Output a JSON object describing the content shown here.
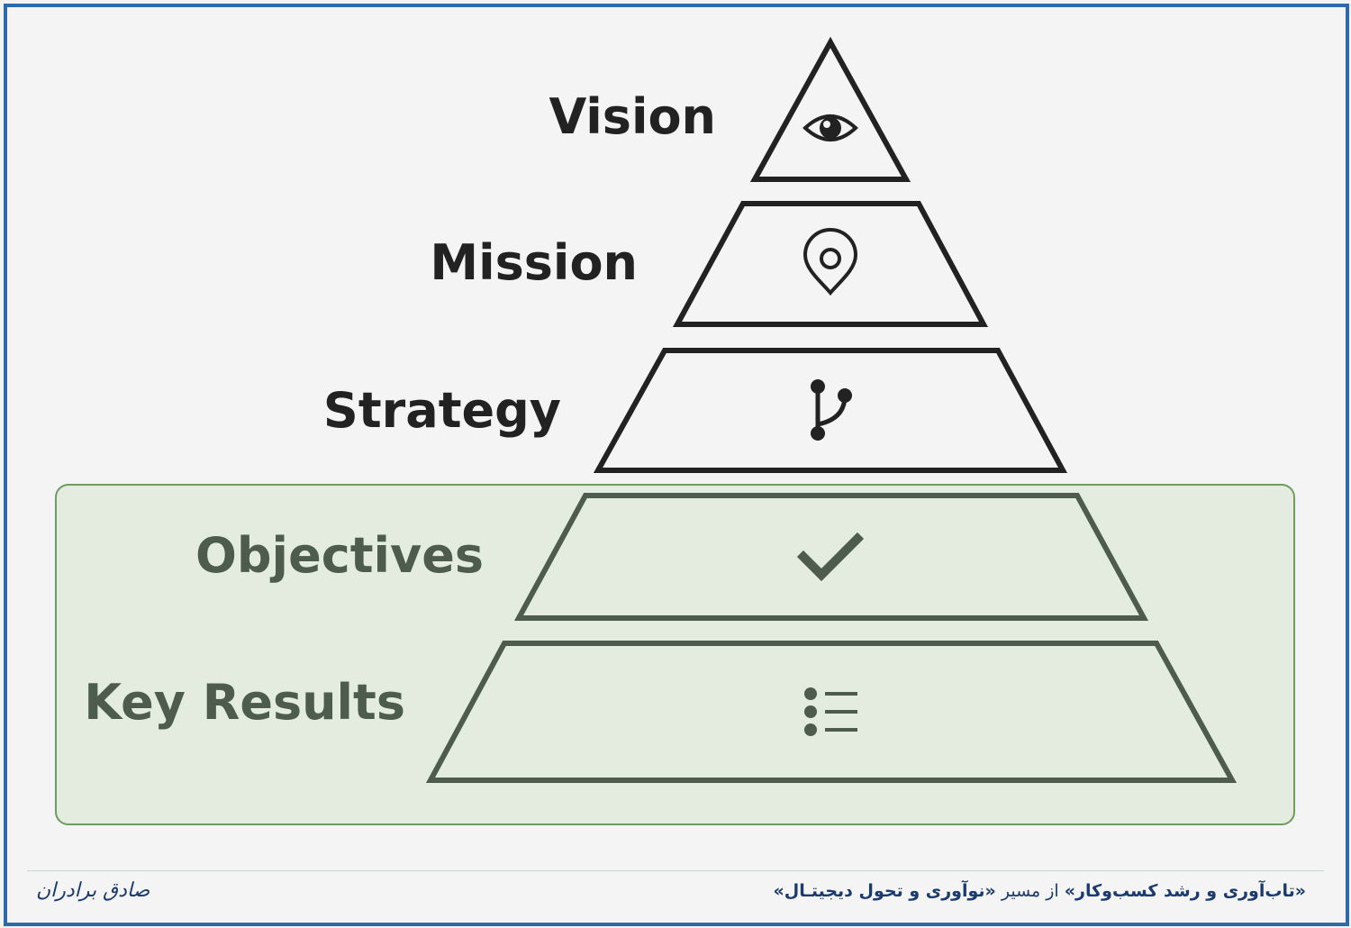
{
  "diagram": {
    "levels": [
      {
        "label": "Vision",
        "icon": "eye-icon"
      },
      {
        "label": "Mission",
        "icon": "location-pin-icon"
      },
      {
        "label": "Strategy",
        "icon": "branch-icon"
      },
      {
        "label": "Objectives",
        "icon": "checkmark-icon"
      },
      {
        "label": "Key Results",
        "icon": "list-icon"
      }
    ],
    "highlight_group": [
      "Objectives",
      "Key Results"
    ]
  },
  "footer": {
    "title_bold": "«تاب‌آوری و رشد کسب‌وکار»",
    "title_regular": " از مسیر ",
    "title_bold_2": "«نوآوری و تحول دیجیتـال»",
    "signature": "صادق برادران"
  },
  "colors": {
    "frame_border": "#2f6aa8",
    "top_levels": "#222222",
    "bottom_levels": "#4a5a4a",
    "highlight_fill": "#e3ecdf",
    "highlight_border": "#6a9a5a",
    "footer_text": "#1c3a6e"
  }
}
